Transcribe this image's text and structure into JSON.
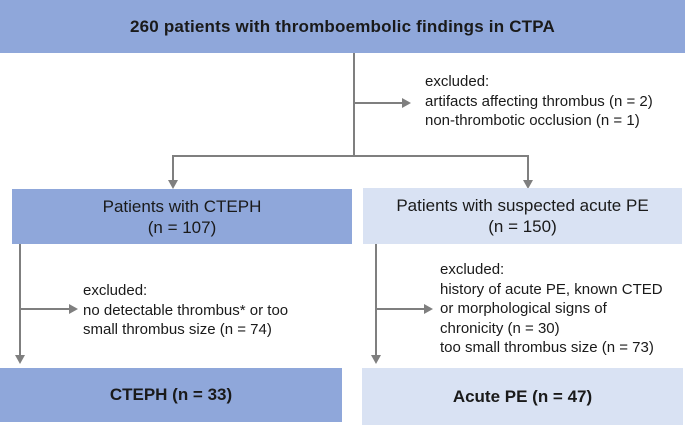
{
  "figure": {
    "boxes": {
      "total": {
        "label": "260 patients with thromboembolic findings in CTPA"
      },
      "cteph_group": {
        "line1": "Patients with CTEPH",
        "line2": "(n = 107)"
      },
      "acute_pe_group": {
        "line1": "Patients with suspected acute PE",
        "line2": "(n = 150)"
      },
      "cteph_final": {
        "label": "CTEPH (n = 33)"
      },
      "acute_pe_final": {
        "label": "Acute PE (n = 47)"
      }
    },
    "exclusions": {
      "top": {
        "lines": [
          "excluded:",
          "artifacts affecting thrombus (n = 2)",
          "non-thrombotic occlusion (n = 1)"
        ]
      },
      "left": {
        "lines": [
          "excluded:",
          "no detectable thrombus* or too",
          "small thrombus size (n = 74)"
        ]
      },
      "right": {
        "lines": [
          "excluded:",
          "history of acute PE, known CTED",
          "or morphological signs of",
          "chronicity (n = 30)",
          "too small thrombus size (n = 73)"
        ]
      }
    },
    "colors": {
      "primary_box": "#8fa7da",
      "secondary_box": "#d9e2f3",
      "connector": "#7f7f7f",
      "text": "#1a1a1a"
    }
  }
}
